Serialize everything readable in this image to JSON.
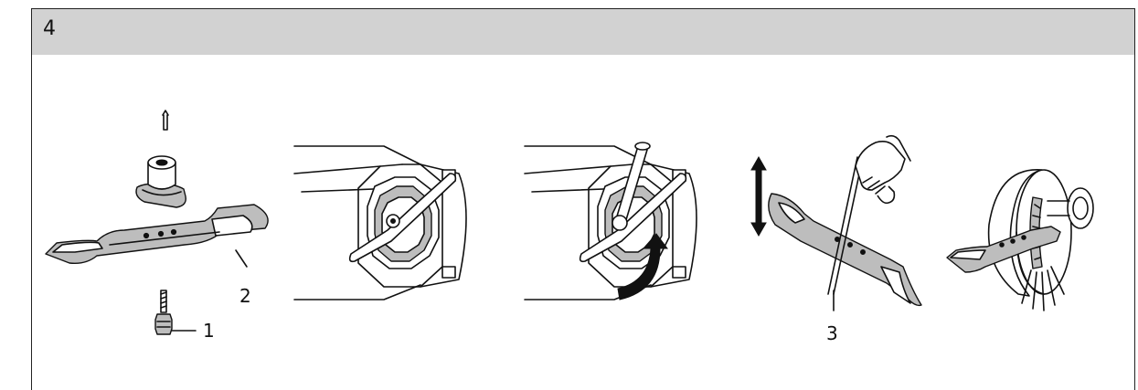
{
  "header": {
    "step_number": "4"
  },
  "callouts": {
    "bolt": "1",
    "blade": "2",
    "balance_rod": "3"
  },
  "icons": {
    "panel1": "blade-assembly-exploded-icon",
    "panel2": "mower-underside-blade-icon",
    "panel3": "mower-blade-wrench-icon",
    "panel4": "blade-balance-check-icon",
    "panel5": "blade-grinding-icon"
  },
  "colors": {
    "header_bg": "#d2d2d2",
    "line": "#111111"
  }
}
